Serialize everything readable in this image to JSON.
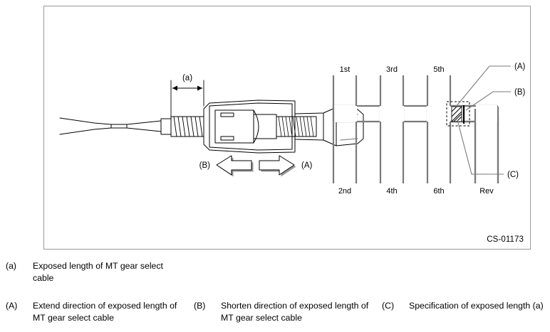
{
  "figure": {
    "id_label": "CS-01173",
    "dimension_label": "(a)",
    "direction_arrows": [
      {
        "key": "(B)",
        "name": "shorten-arrow",
        "direction": "left"
      },
      {
        "key": "(A)",
        "name": "extend-arrow",
        "direction": "right"
      }
    ],
    "callouts": [
      {
        "key": "(A)"
      },
      {
        "key": "(B)"
      },
      {
        "key": "(C)"
      }
    ],
    "shift_pattern": {
      "top_gears": [
        "1st",
        "3rd",
        "5th"
      ],
      "bottom_gears": [
        "2nd",
        "4th",
        "6th",
        "Rev"
      ]
    }
  },
  "legend": {
    "lowercase": [
      {
        "key": "(a)",
        "text": "Exposed length of MT gear select cable"
      }
    ],
    "uppercase": [
      {
        "key": "(A)",
        "text": "Extend direction of exposed length of MT gear select cable"
      },
      {
        "key": "(B)",
        "text": "Shorten direction of exposed length of MT gear select cable"
      },
      {
        "key": "(C)",
        "text": "Specification of exposed length (a)"
      }
    ]
  },
  "colors": {
    "frame_border": "#9a9a9a",
    "line": "#000000",
    "shadow": "#9a9a9a",
    "background": "#ffffff"
  }
}
